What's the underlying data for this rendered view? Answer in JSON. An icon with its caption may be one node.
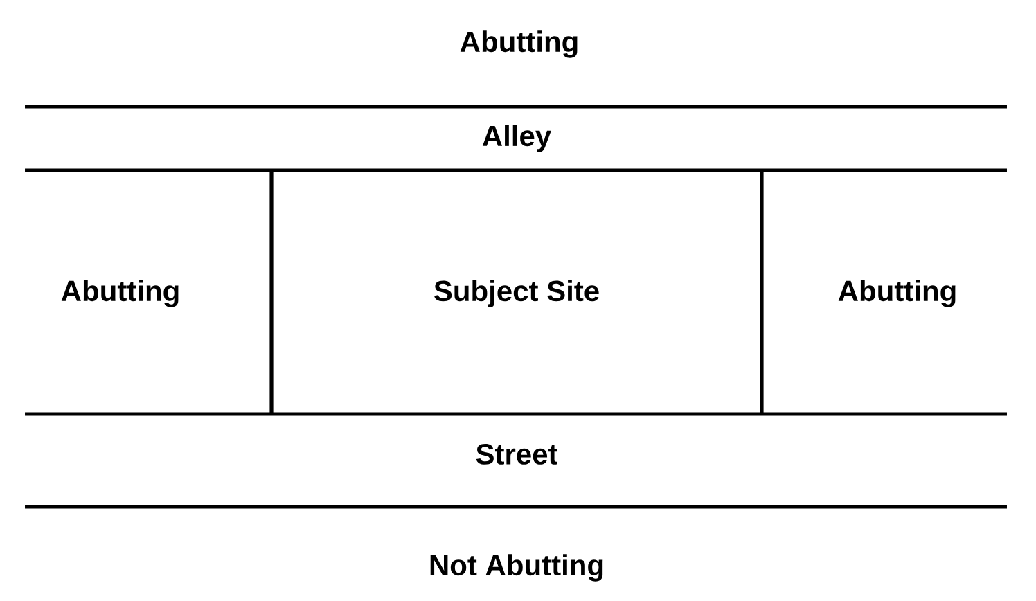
{
  "diagram": {
    "nodes": [
      {
        "text": [
          "Alley"
        ]
      },
      {
        "text": [
          "Abutting"
        ]
      },
      {
        "text": [
          "Subject Site"
        ]
      },
      {
        "text": [
          "Abutting"
        ]
      },
      {
        "text": [
          "Street"
        ]
      }
    ],
    "labels": [
      "Abutting",
      "Not Abutting"
    ]
  }
}
